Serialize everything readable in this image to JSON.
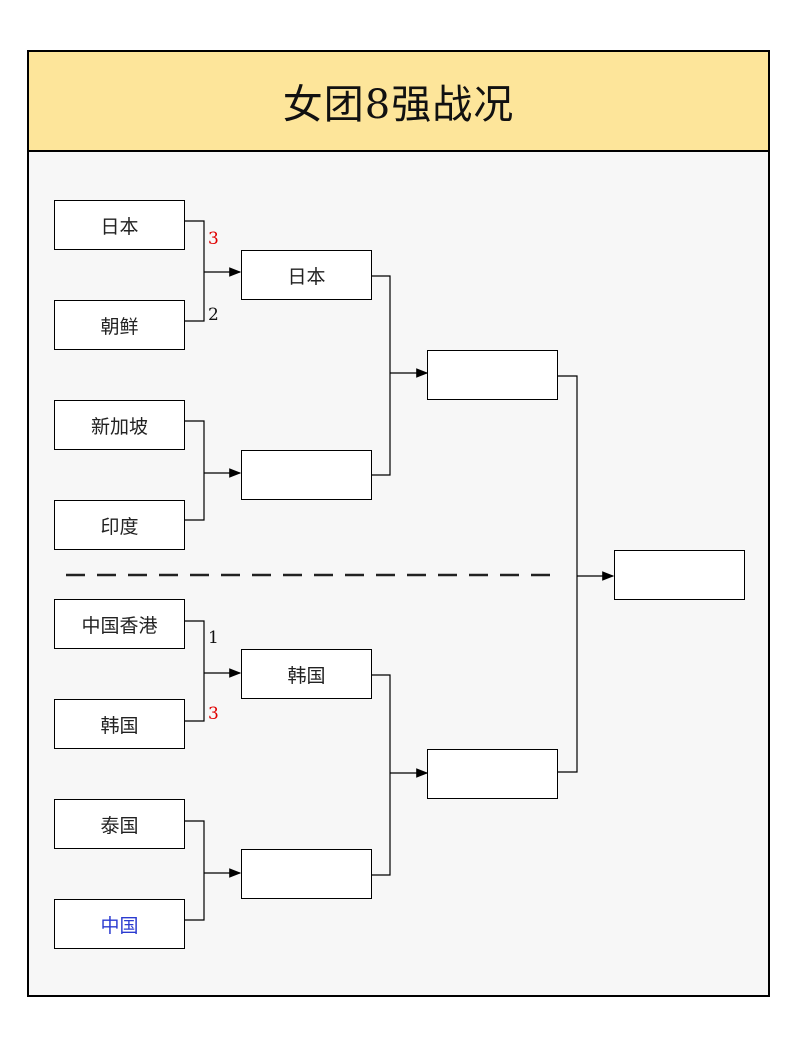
{
  "title": "女团8强战况",
  "round1": [
    {
      "name": "日本",
      "score": "3",
      "win": true
    },
    {
      "name": "朝鲜",
      "score": "2",
      "win": false
    },
    {
      "name": "新加坡",
      "score": "",
      "win": false
    },
    {
      "name": "印度",
      "score": "",
      "win": false
    },
    {
      "name": "中国香港",
      "score": "1",
      "win": false
    },
    {
      "name": "韩国",
      "score": "3",
      "win": true
    },
    {
      "name": "泰国",
      "score": "",
      "win": false
    },
    {
      "name": "中国",
      "score": "",
      "win": false
    }
  ],
  "semis": [
    "日本",
    "",
    "韩国",
    ""
  ],
  "finals": [
    "",
    ""
  ],
  "champion": "",
  "colors": {
    "header": "#fde59a",
    "win_score": "#e00000",
    "china": "#2b3bd0"
  }
}
